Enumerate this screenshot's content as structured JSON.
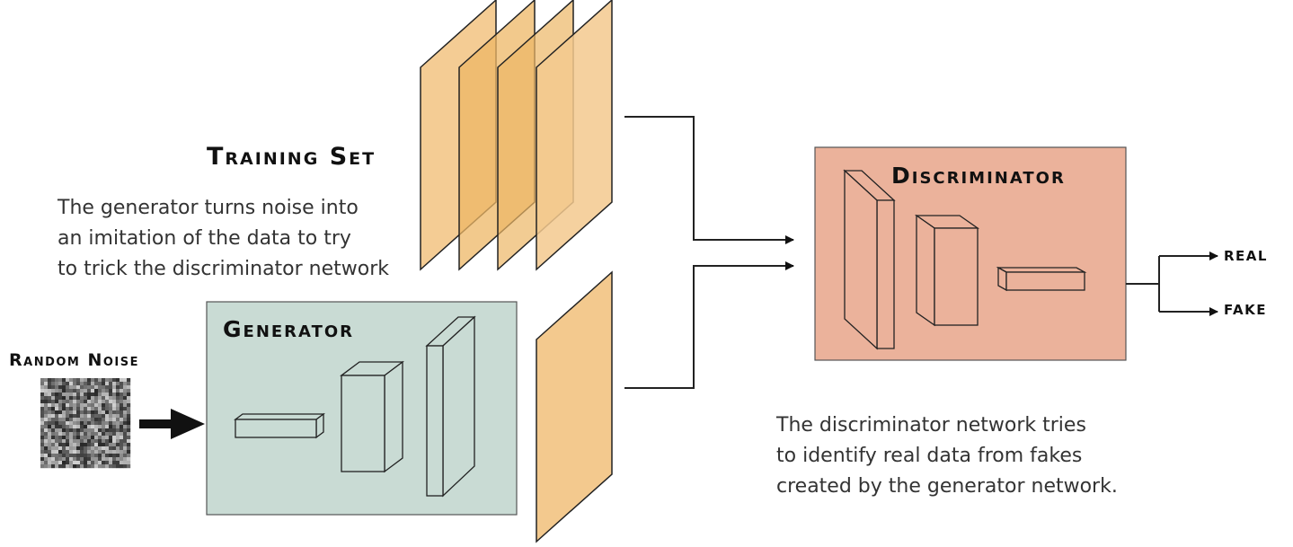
{
  "training_set": {
    "title": "Training Set"
  },
  "generator": {
    "title": "Generator",
    "description": [
      "The generator turns noise into",
      "an imitation of  the data to try",
      "to trick the discriminator network"
    ],
    "input_label": "Random Noise"
  },
  "discriminator": {
    "title": "Discriminator",
    "description": [
      "The discriminator network tries",
      "to identify real data from fakes",
      "created by the generator network."
    ],
    "outputs": [
      "REAL",
      "FAKE"
    ]
  },
  "colors": {
    "generator_box": "#c9dbd4",
    "discriminator_box": "#ebb29b",
    "data_plane": "#f3c98e",
    "data_plane_overlap": "#edb765",
    "line": "#222222"
  }
}
